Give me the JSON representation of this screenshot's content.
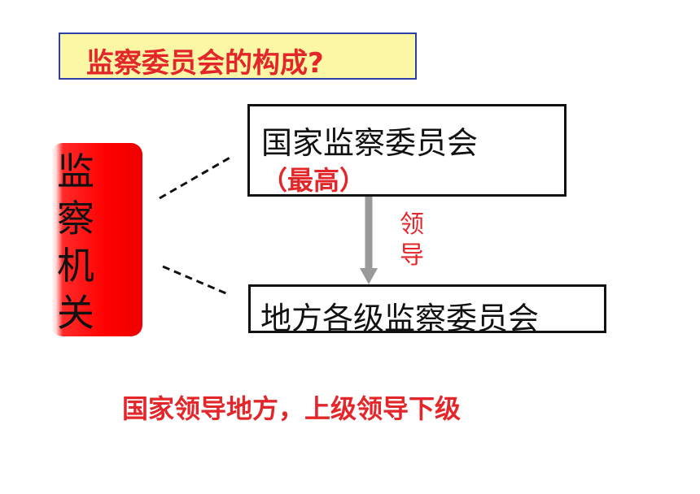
{
  "title": "监察委员会的构成?",
  "left_label": [
    "监",
    "察",
    "机",
    "关"
  ],
  "top_box": {
    "label": "国家监察委员会",
    "sub": "（最高）"
  },
  "bottom_box": {
    "label": "地方各级监察委员会"
  },
  "arrow_label": [
    "领",
    "导"
  ],
  "note": "国家领导地方，上级领导下级",
  "colors": {
    "accent_red": "#e3262a",
    "title_bg": "#fbf7a4",
    "title_border": "#2f3fa8",
    "arrow_gray": "#9a9a9a"
  }
}
